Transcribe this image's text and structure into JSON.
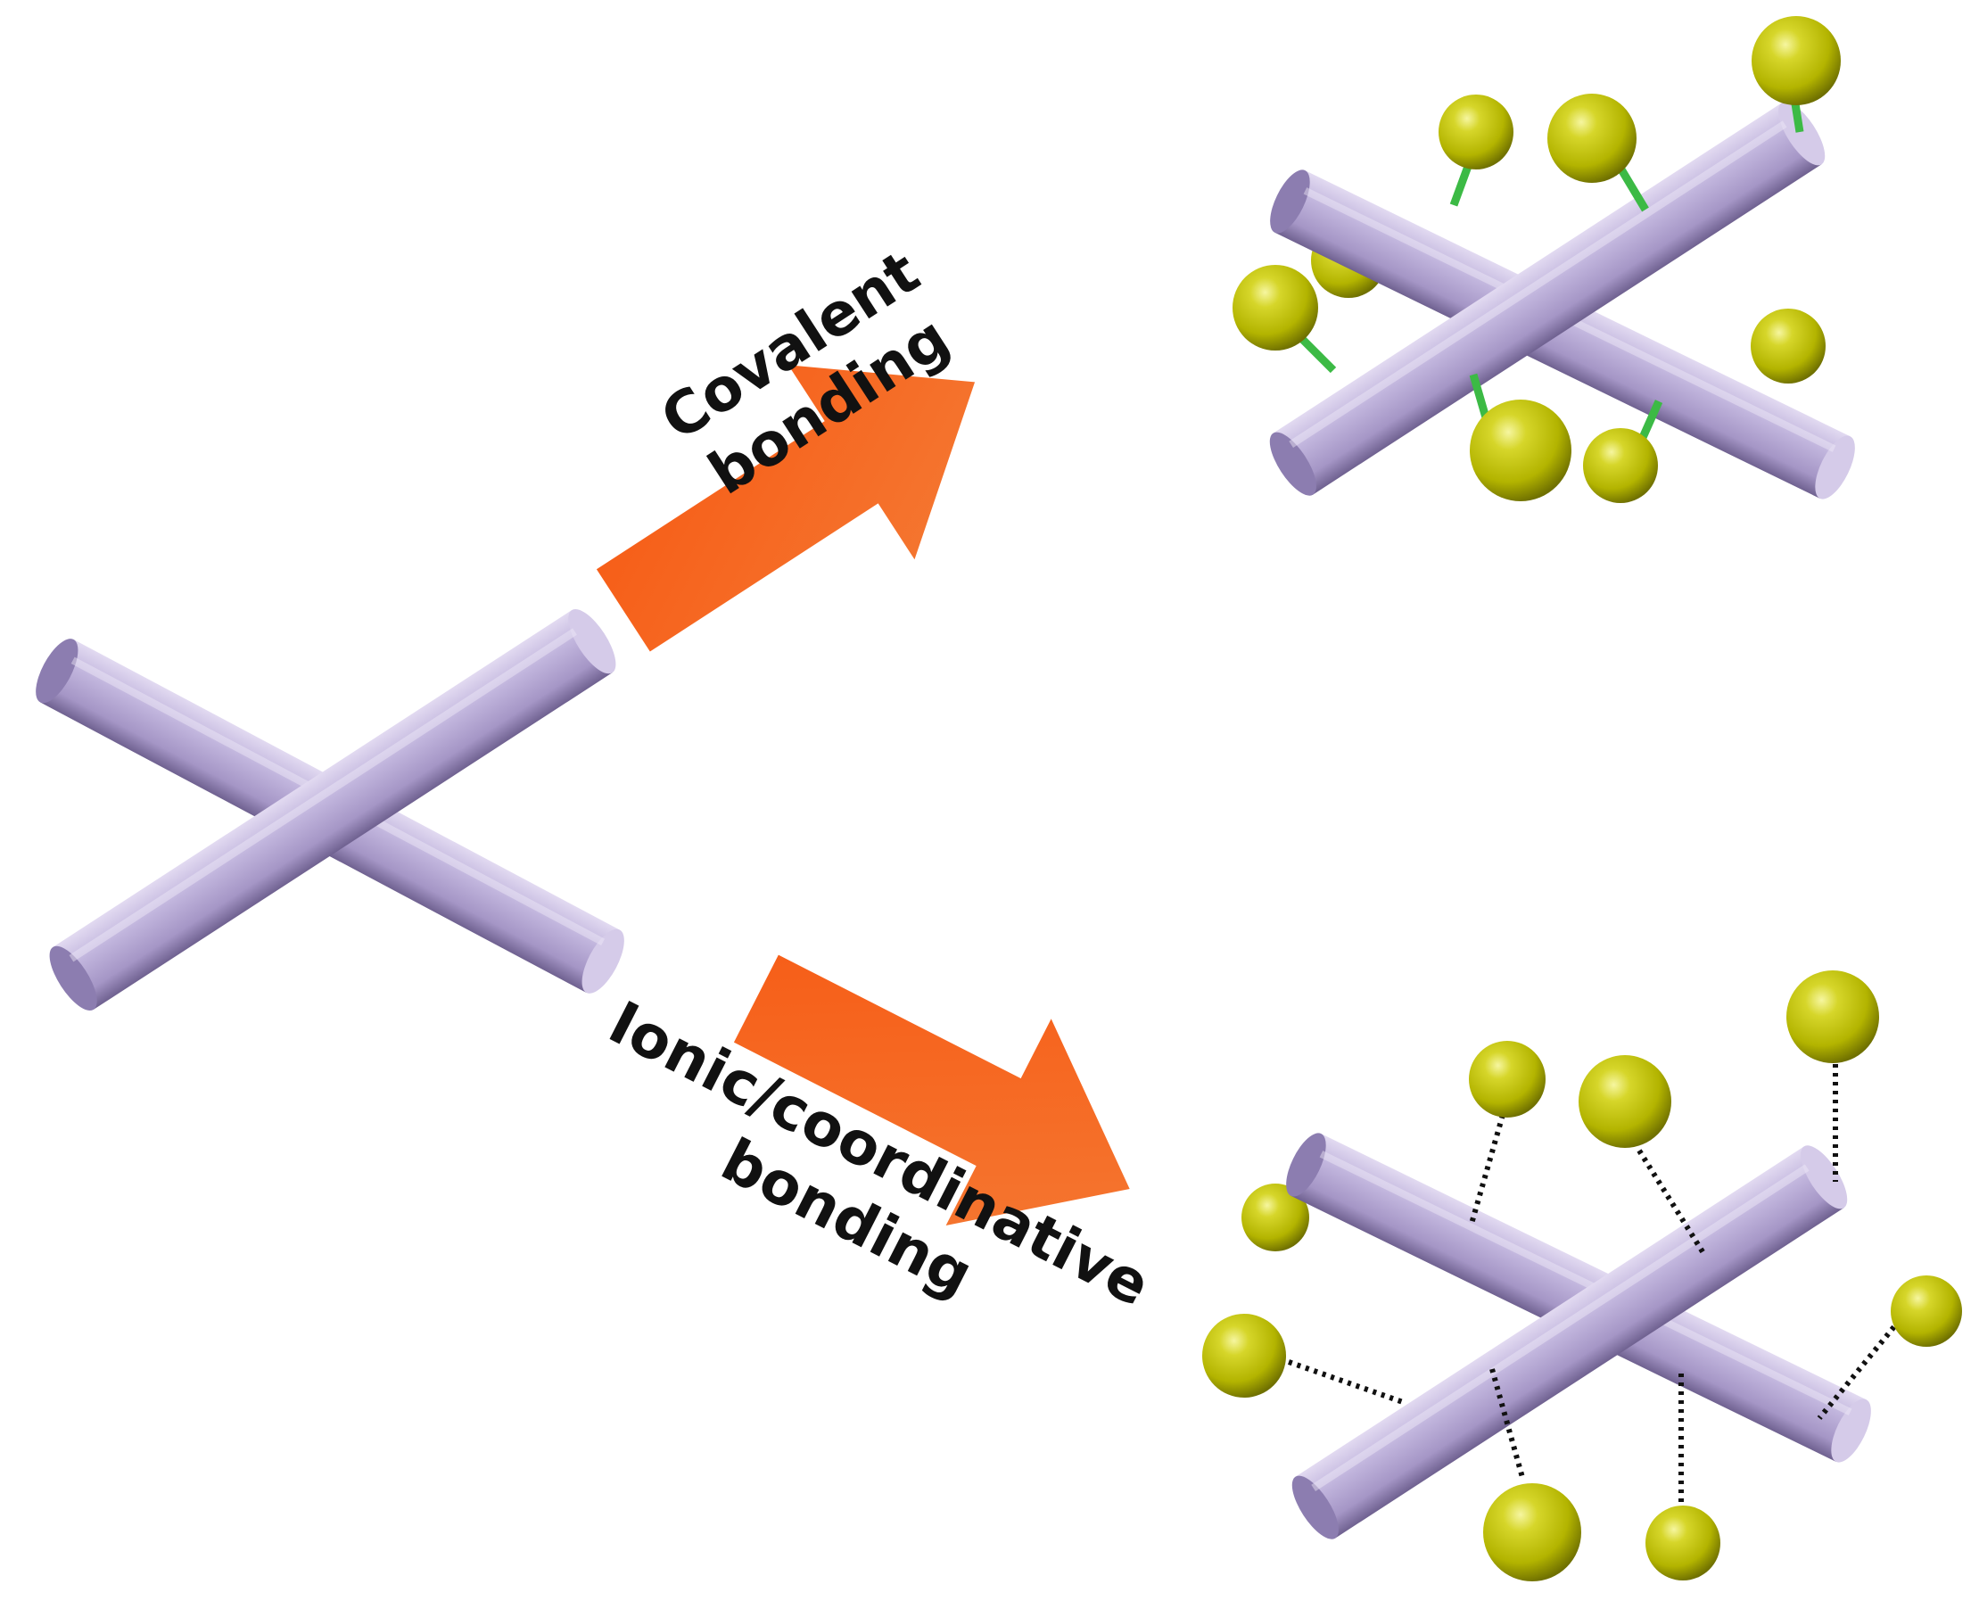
{
  "labels": {
    "covalent_line1": "Covalent",
    "covalent_line2": "bonding",
    "ionic_line1": "Ionic/coordinative",
    "ionic_line2": "bonding"
  },
  "colors": {
    "rod": "#b4a7d2",
    "rod_dark": "#7e6f9e",
    "rod_light": "#d9d0ec",
    "arrow": "#f4661e",
    "sphere": "#c3c402",
    "sphere_dark": "#7c7d00",
    "covalent_link": "#3cba45",
    "ionic_link": "#111111",
    "text": "#111111"
  }
}
